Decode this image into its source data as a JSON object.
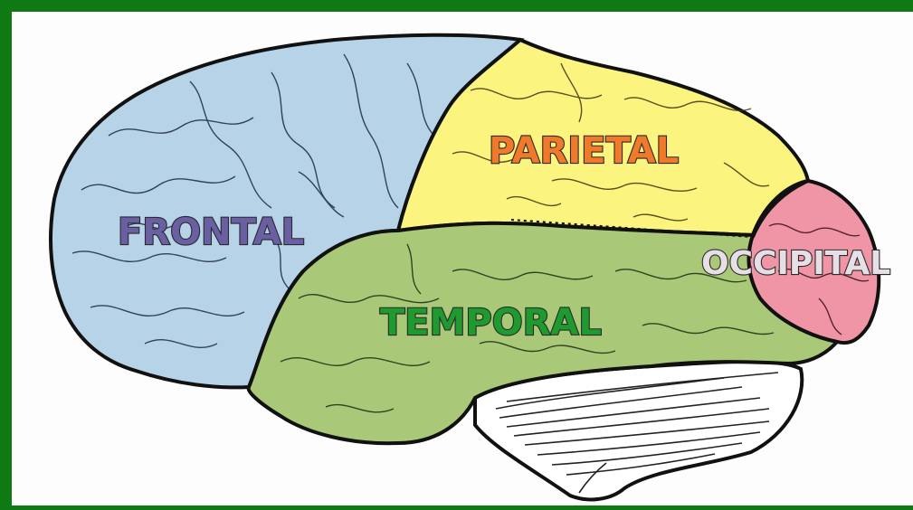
{
  "labels": {
    "frontal": "FRONTAL",
    "parietal": "PARIETAL",
    "temporal": "TEMPORAL",
    "occipital": "OCCIPITAL"
  },
  "colors": {
    "frame": "#0f7a13",
    "frontal_fill": "#b6d3e8",
    "parietal_fill": "#fbf47e",
    "temporal_fill": "#a9c878",
    "occipital_fill": "#ef95a6",
    "cerebellum_fill": "#ffffff",
    "frontal_text": "#6a5fa3",
    "parietal_text": "#f07a2a",
    "temporal_text": "#1f9a2f",
    "occipital_text": "#e7dfe6"
  }
}
